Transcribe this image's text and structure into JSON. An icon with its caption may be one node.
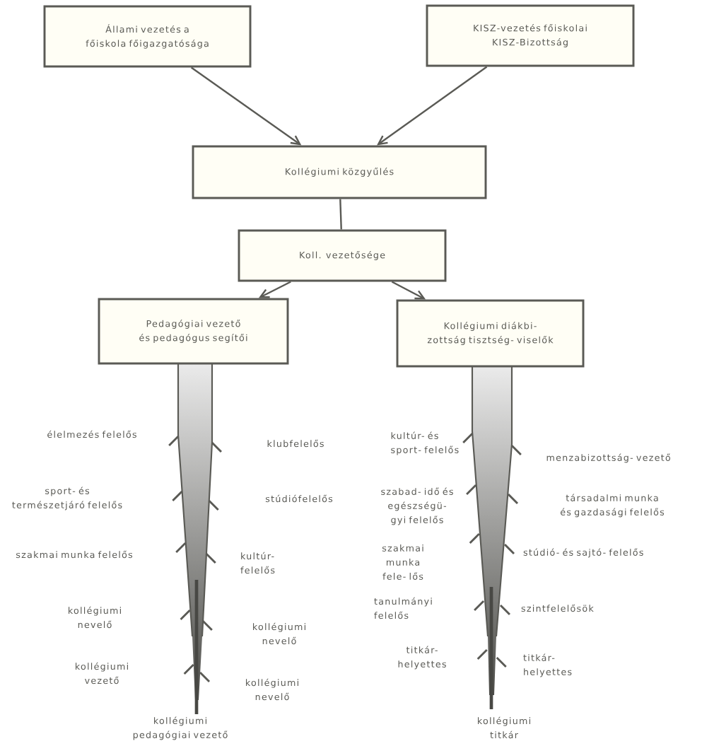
{
  "diagram": {
    "nodes": [
      {
        "text": [
          "Állami vezetés a főiskola főigazgatósága"
        ]
      },
      {
        "text": [
          "KISZ-vezetés főiskolai KISZ-Bizottság"
        ]
      },
      {
        "text": [
          "Kollégiumi közgyűlés"
        ]
      },
      {
        "text": [
          "Koll. vezetősége"
        ]
      },
      {
        "text": [
          "Pedagógiai vezető és pedagógus segítői"
        ]
      },
      {
        "text": [
          "Kollégiumi diákbi- zottság tisztség- viselők"
        ]
      }
    ],
    "edges": [
      {
        "from": 0,
        "to": 2,
        "arrow": "to"
      },
      {
        "from": 1,
        "to": 2,
        "arrow": "to"
      },
      {
        "from": 2,
        "to": 3,
        "arrow": "none"
      },
      {
        "from": 3,
        "to": 4,
        "arrow": "to"
      },
      {
        "from": 3,
        "to": 5,
        "arrow": "to"
      }
    ],
    "labels": [
      "élelmezés felelős",
      "klubfelelős",
      "sport- és természetjáró felelős",
      "stúdiófelelős",
      "szakmai munka felelős",
      "kultúr- felelős",
      "kollégiumi nevelő",
      "kollégiumi nevelő",
      "kollégiumi vezető",
      "kollégiumi nevelő",
      "kollégiumi pedagógiai vezető",
      "kultúr- és sport- felelős",
      "menzabizottság- vezető",
      "szabad- idő és egészségü- gyi felelős",
      "társadalmi munka és gazdasági felelős",
      "szakmai munka fele- lős",
      "stúdió- és sajtó- felelős",
      "tanulmányi felelős",
      "szintfelelősök",
      "titkár- helyettes",
      "titkár- helyettes",
      "kollégiumi titkár"
    ]
  }
}
